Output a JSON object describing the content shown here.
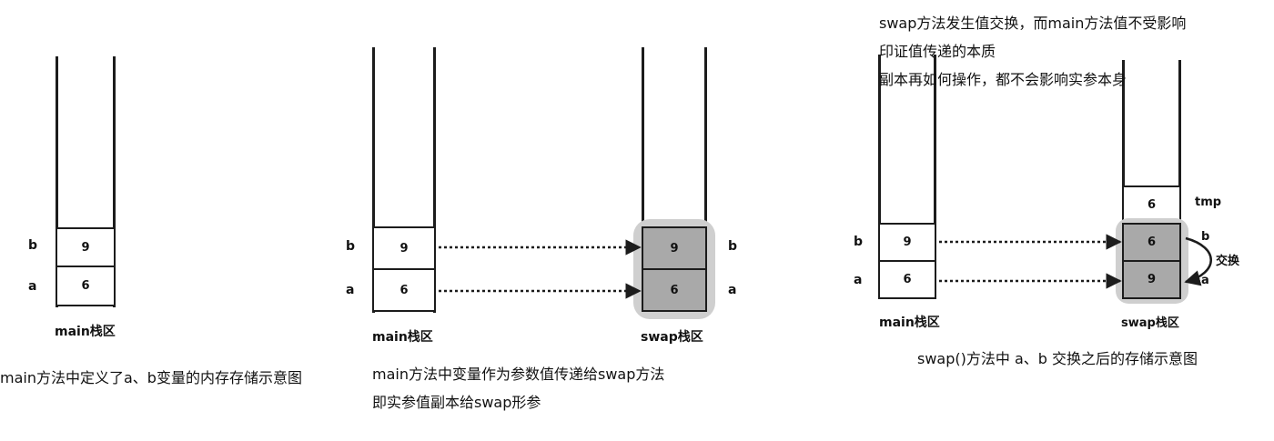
{
  "panel1": {
    "label_b": "b",
    "label_a": "a",
    "cell_b": "9",
    "cell_a": "6",
    "stack_label": "main栈区",
    "caption": "main方法中定义了a、b变量的内存存储示意图"
  },
  "panel2": {
    "main_label_b": "b",
    "main_label_a": "a",
    "main_cell_b": "9",
    "main_cell_a": "6",
    "main_stack_label": "main栈区",
    "swap_cell_b": "9",
    "swap_cell_a": "6",
    "swap_label_b": "b",
    "swap_label_a": "a",
    "swap_stack_label": "swap栈区",
    "caption_lines": [
      "main方法中变量作为参数值传递给swap方法",
      "即实参值副本给swap形参"
    ]
  },
  "panel3": {
    "main_label_b": "b",
    "main_label_a": "a",
    "main_cell_b": "9",
    "main_cell_a": "6",
    "main_stack_label": "main栈区",
    "tmp_cell": "6",
    "tmp_label": "tmp",
    "swap_cell_b": "6",
    "swap_cell_a": "9",
    "arc_label_b": "b",
    "arc_label_a": "a",
    "exchange_label": "交换",
    "swap_stack_label": "swap栈区",
    "caption": "swap()方法中 a、b 交换之后的存储示意图",
    "note_lines": [
      "swap方法发生值交换，而main方法值不受影响",
      "印证值传递的本质",
      "副本再如何操作，都不会影响实参本身"
    ]
  }
}
